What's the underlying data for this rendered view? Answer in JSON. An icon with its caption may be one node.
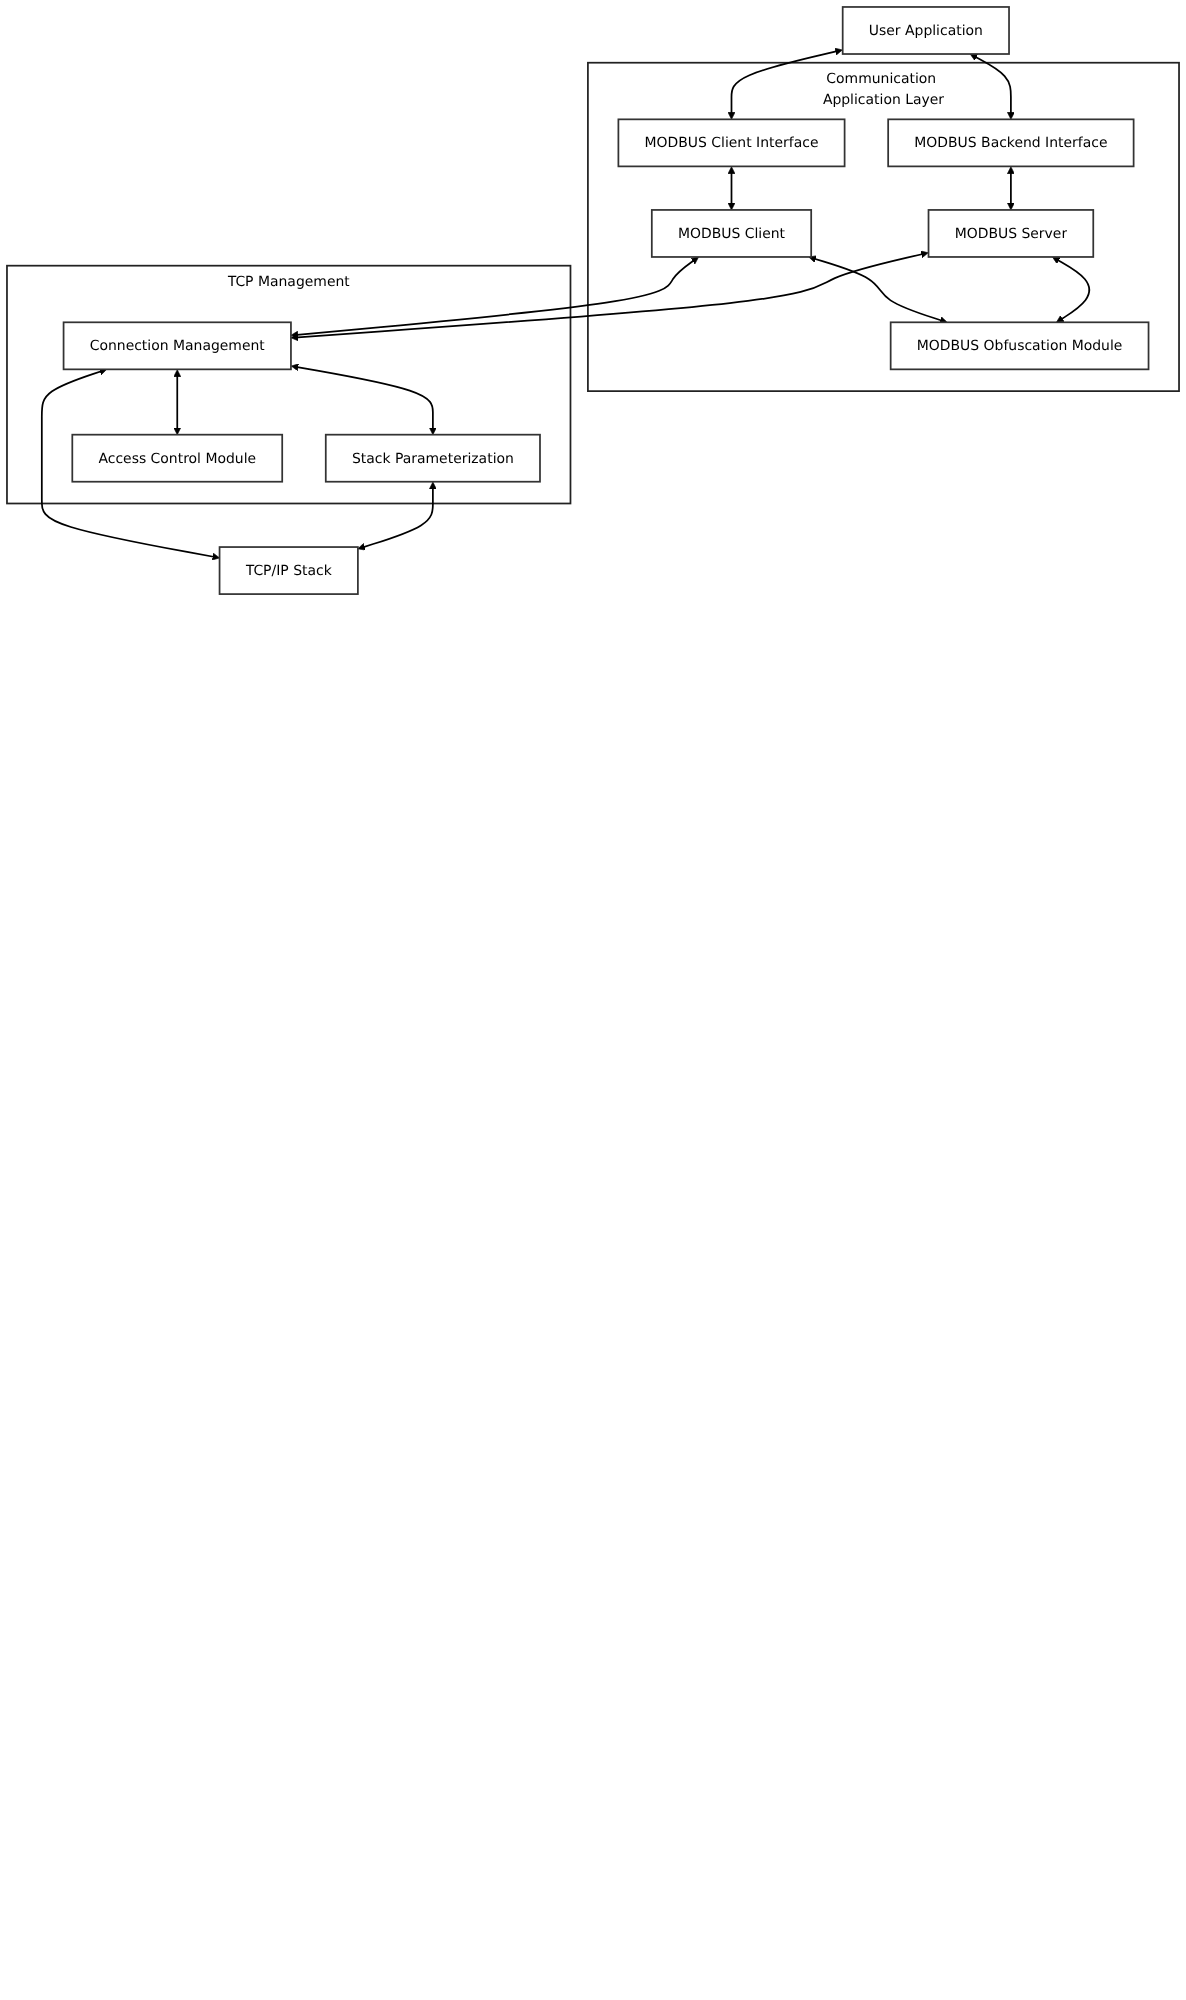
{
  "diagram": {
    "nodes": [
      {
        "text": [
          "User Application"
        ]
      },
      {
        "text": [
          "Communication Application Layer"
        ]
      },
      {
        "text": [
          "MODBUS Client Interface"
        ],
        "in": 1
      },
      {
        "text": [
          "MODBUS Backend Interface"
        ],
        "in": 1
      },
      {
        "text": [
          "MODBUS Client"
        ],
        "in": 1
      },
      {
        "text": [
          "MODBUS Server"
        ],
        "in": 1
      },
      {
        "text": [
          "MODBUS Obfuscation Module"
        ],
        "in": 1
      },
      {
        "text": [
          "TCP Management"
        ]
      },
      {
        "text": [
          "Connection Management"
        ],
        "in": 7
      },
      {
        "text": [
          "Stack Parameterization"
        ],
        "in": 7
      },
      {
        "text": [
          "Access Control Module"
        ],
        "in": 7
      },
      {
        "text": [
          "TCP/IP Stack"
        ]
      }
    ],
    "edges": [
      {
        "from": 0,
        "to": 2,
        "arrow": "both"
      },
      {
        "from": 0,
        "to": 3,
        "arrow": "both"
      },
      {
        "from": 2,
        "to": 4,
        "arrow": "both"
      },
      {
        "from": 3,
        "to": 5,
        "arrow": "both"
      },
      {
        "from": 4,
        "to": 6,
        "arrow": "both"
      },
      {
        "from": 5,
        "to": 6,
        "arrow": "both"
      },
      {
        "from": 4,
        "to": 8,
        "arrow": "both"
      },
      {
        "from": 5,
        "to": 8,
        "arrow": "both"
      },
      {
        "from": 8,
        "to": 9,
        "arrow": "both"
      },
      {
        "from": 8,
        "to": 10,
        "arrow": "both"
      },
      {
        "from": 8,
        "to": 11,
        "arrow": "both"
      },
      {
        "from": 9,
        "to": 11,
        "arrow": "both"
      }
    ]
  }
}
